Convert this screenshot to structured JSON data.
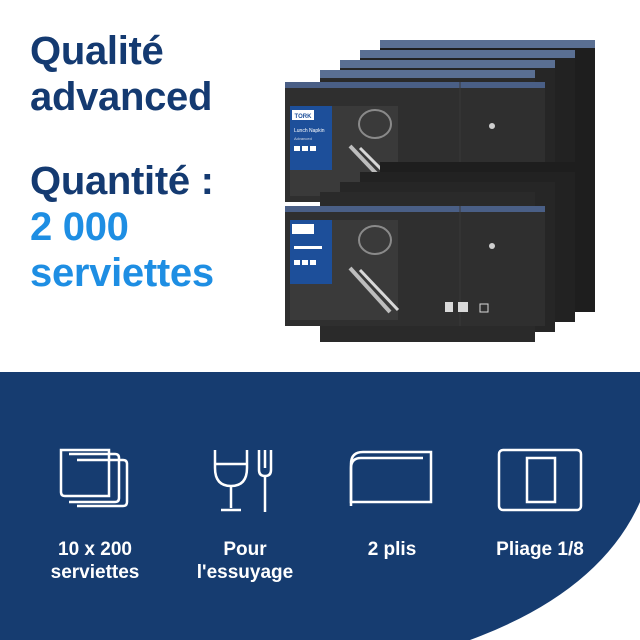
{
  "headline": {
    "line1": "Qualité",
    "line2": "advanced",
    "line3": "Quantité :",
    "line4": "2 000",
    "line5": "serviettes"
  },
  "product": {
    "brand": "TORK",
    "name": "Lunch Napkin",
    "variant": "Advanced"
  },
  "features": [
    {
      "icon": "stacked-napkins-icon",
      "line1": "10 x 200",
      "line2": "serviettes"
    },
    {
      "icon": "glass-and-fork-icon",
      "line1": "Pour",
      "line2": "l'essuyage"
    },
    {
      "icon": "two-ply-icon",
      "line1": "2 plis",
      "line2": ""
    },
    {
      "icon": "fold-eighth-icon",
      "line1": "Pliage 1/8",
      "line2": ""
    }
  ],
  "colors": {
    "navy": "#143a71",
    "cyan": "#1e8ee3",
    "band": "#163c70",
    "package": "#2b2b2b"
  }
}
